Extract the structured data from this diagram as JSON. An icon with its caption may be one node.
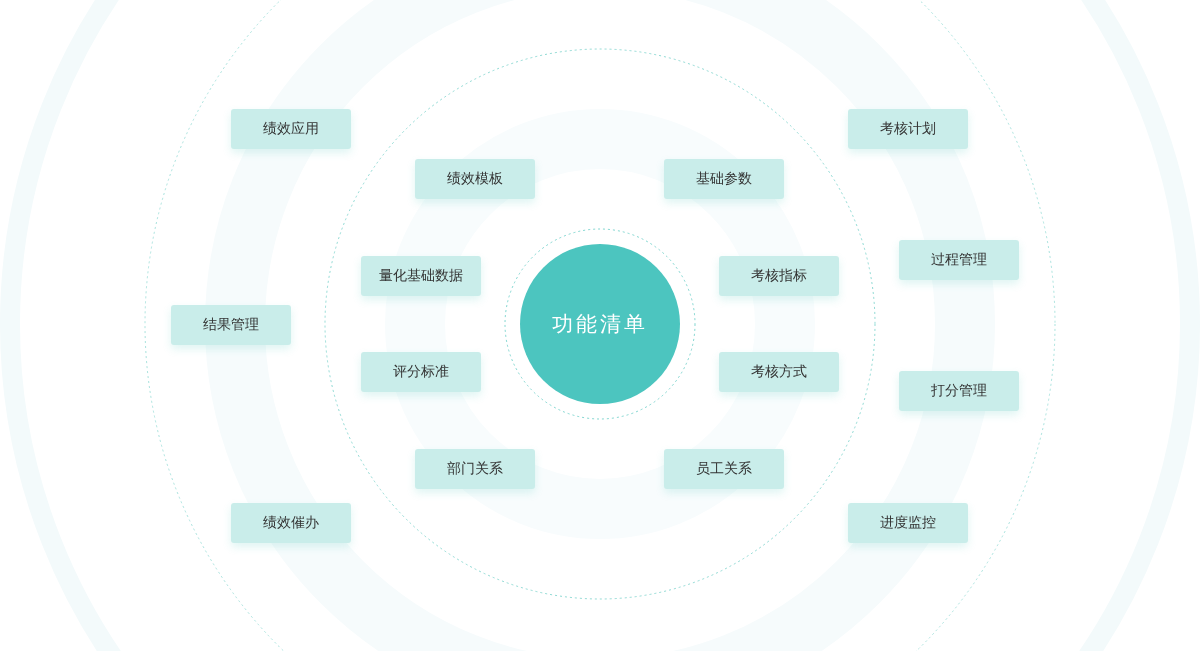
{
  "diagram": {
    "nodes": [
      {
        "text": [
          "功能清单"
        ]
      },
      {
        "text": [
          "绩效应用"
        ]
      },
      {
        "text": [
          "考核计划"
        ]
      },
      {
        "text": [
          "绩效模板"
        ]
      },
      {
        "text": [
          "基础参数"
        ]
      },
      {
        "text": [
          "过程管理"
        ]
      },
      {
        "text": [
          "量化基础数据"
        ]
      },
      {
        "text": [
          "考核指标"
        ]
      },
      {
        "text": [
          "结果管理"
        ]
      },
      {
        "text": [
          "评分标准"
        ]
      },
      {
        "text": [
          "考核方式"
        ]
      },
      {
        "text": [
          "打分管理"
        ]
      },
      {
        "text": [
          "部门关系"
        ]
      },
      {
        "text": [
          "员工关系"
        ]
      },
      {
        "text": [
          "绩效催办"
        ]
      },
      {
        "text": [
          "进度监控"
        ]
      }
    ]
  }
}
